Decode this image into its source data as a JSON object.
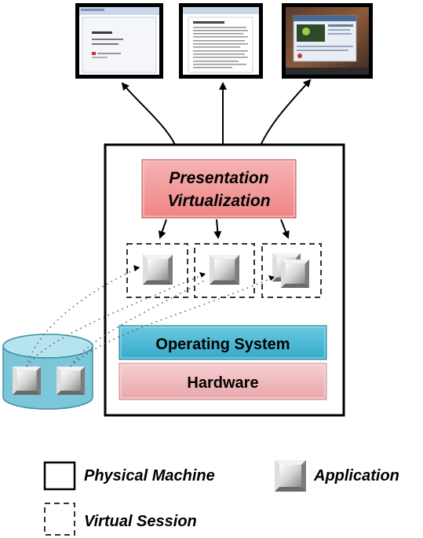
{
  "presentation_box": {
    "line1": "Presentation",
    "line2": "Virtualization"
  },
  "os_bar": {
    "label": "Operating System"
  },
  "hardware_bar": {
    "label": "Hardware"
  },
  "legend": {
    "physical_machine": "Physical Machine",
    "application": "Application",
    "virtual_session": "Virtual Session"
  },
  "colors": {
    "presentation_fill": "#f29494",
    "os_fill": "#4bb8d3",
    "hardware_fill": "#f0b8bb",
    "storage_fill": "#8ecfe0",
    "app_tile": "#bfbfbf"
  },
  "icons": [
    "monitor-document-icon",
    "monitor-webpage-icon",
    "monitor-desktop-icon",
    "storage-cylinder-icon",
    "application-icon"
  ]
}
